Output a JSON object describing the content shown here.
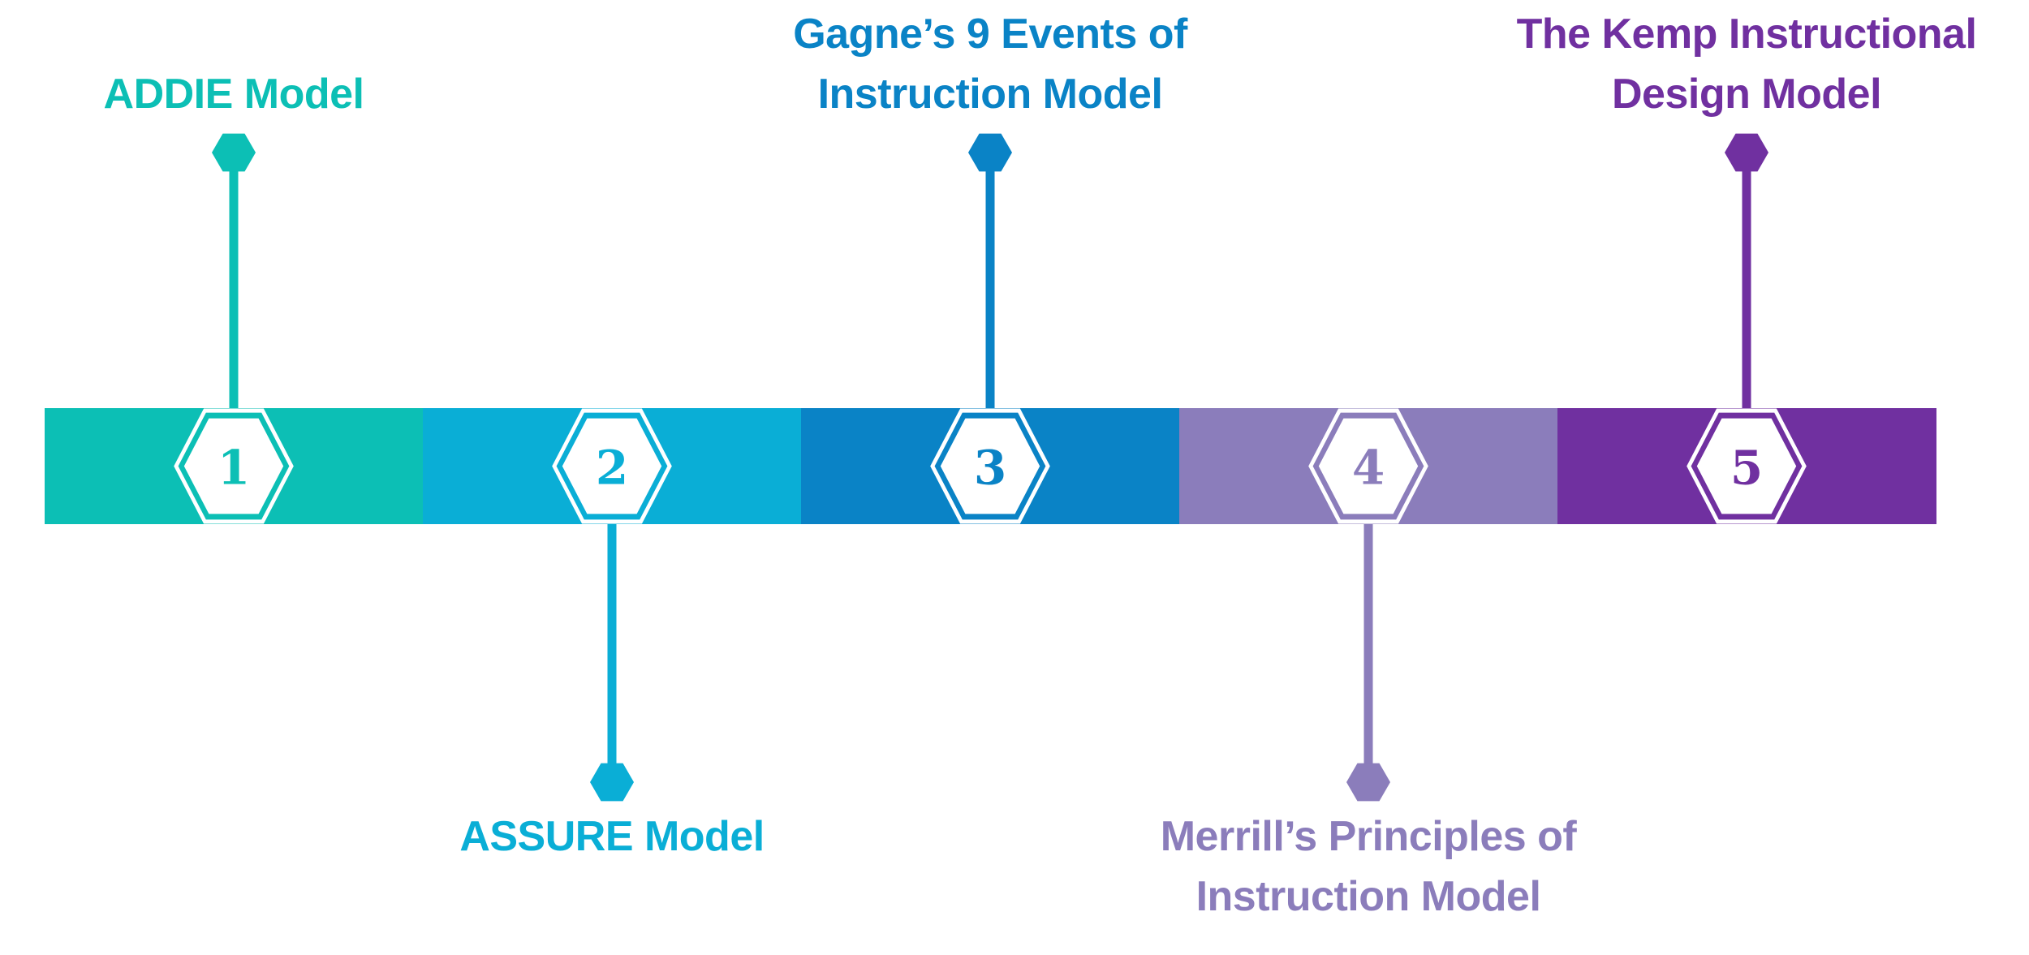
{
  "stages": [
    {
      "number": "1",
      "color": "#0cbfb5",
      "position": "top",
      "title_lines": [
        "ADDIE Model"
      ]
    },
    {
      "number": "2",
      "color": "#0aaed6",
      "position": "bottom",
      "title_lines": [
        "ASSURE Model"
      ]
    },
    {
      "number": "3",
      "color": "#0a83c6",
      "position": "top",
      "title_lines": [
        "Gagne’s 9 Events of",
        "Instruction Model"
      ]
    },
    {
      "number": "4",
      "color": "#8b7dbb",
      "position": "bottom",
      "title_lines": [
        "Merrill’s Principles of",
        "Instruction Model"
      ]
    },
    {
      "number": "5",
      "color": "#7030a0",
      "position": "top",
      "title_lines": [
        "The Kemp Instructional",
        "Design Model"
      ]
    }
  ]
}
